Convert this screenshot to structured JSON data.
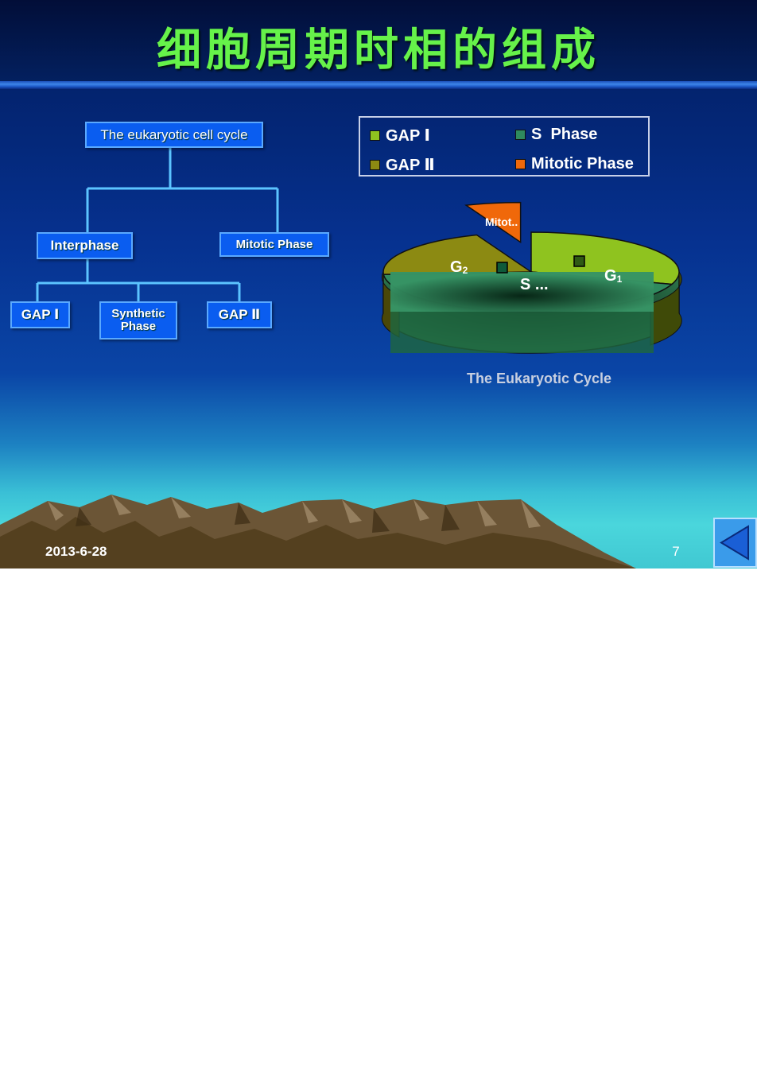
{
  "slide": {
    "title": "细胞周期时相的组成",
    "footer_date": "2013-6-28",
    "page_number": "7"
  },
  "tree": {
    "root": "The eukaryotic cell cycle",
    "interphase": "Interphase",
    "mitotic": "Mitotic Phase",
    "gap1": "GAP Ⅰ",
    "synthetic_line1": "Synthetic",
    "synthetic_line2": "Phase",
    "gap2": "GAP Ⅱ"
  },
  "colors": {
    "gap1": "#8fc31f",
    "s_phase": "#2f8a5e",
    "gap2": "#8c8a12",
    "mitotic": "#f0680a",
    "box_fill": "#0a5df0",
    "connector": "#5cc4ff"
  },
  "chart_data": {
    "type": "pie",
    "title": "The Eukaryotic Cycle",
    "three_d": true,
    "legend_placement": "top",
    "legend": [
      "GAP Ⅰ",
      "S  Phase",
      "GAP Ⅱ",
      "Mitotic Phase"
    ],
    "slice_labels": [
      "G1",
      "S ...",
      "G2",
      "Mitot.."
    ],
    "series": [
      {
        "categories": [
          "GAP Ⅰ",
          "S  Phase",
          "GAP Ⅱ",
          "Mitotic Phase"
        ],
        "values": [
          30,
          44,
          20,
          6
        ]
      }
    ]
  },
  "ui": {
    "back_icon": "triangle-left-icon"
  }
}
